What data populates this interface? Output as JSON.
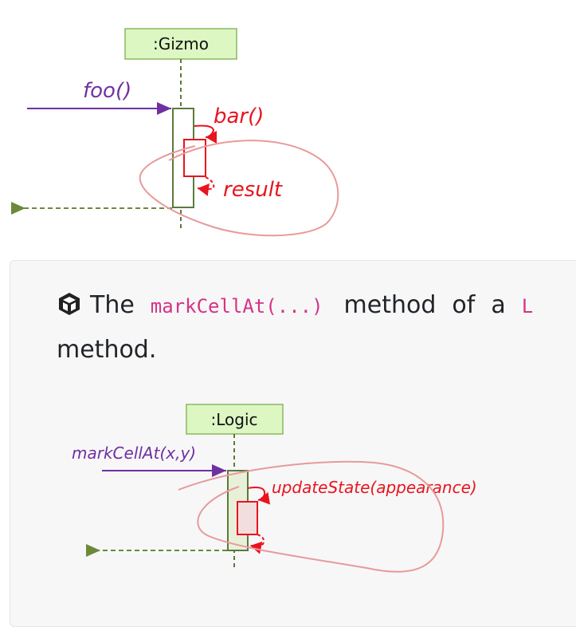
{
  "diagram1": {
    "lifeline_label": ":Gizmo",
    "call_label": "foo()",
    "self_call_label": "bar()",
    "return_label": "result"
  },
  "tip": {
    "icon": "cube-icon",
    "word_the": "The",
    "code_method": "markCellAt(...)",
    "word_method": "method",
    "word_of": "of",
    "word_a": "a",
    "code_cut": "L",
    "line2": "method."
  },
  "diagram2": {
    "lifeline_label": ":Logic",
    "call_label": "markCellAt(x,y)",
    "self_call_label": "updateState(appearance)"
  },
  "colors": {
    "lifeline_box_fill": "#ddf7c3",
    "lifeline_box_border": "#8ab85c",
    "lifeline_dash": "#5a7a3a",
    "call_arrow": "#7030a0",
    "return_arrow": "#5a7a3a",
    "red_annotation": "#e8141e",
    "scribble": "#e89a9a",
    "code_text": "#d63384"
  }
}
